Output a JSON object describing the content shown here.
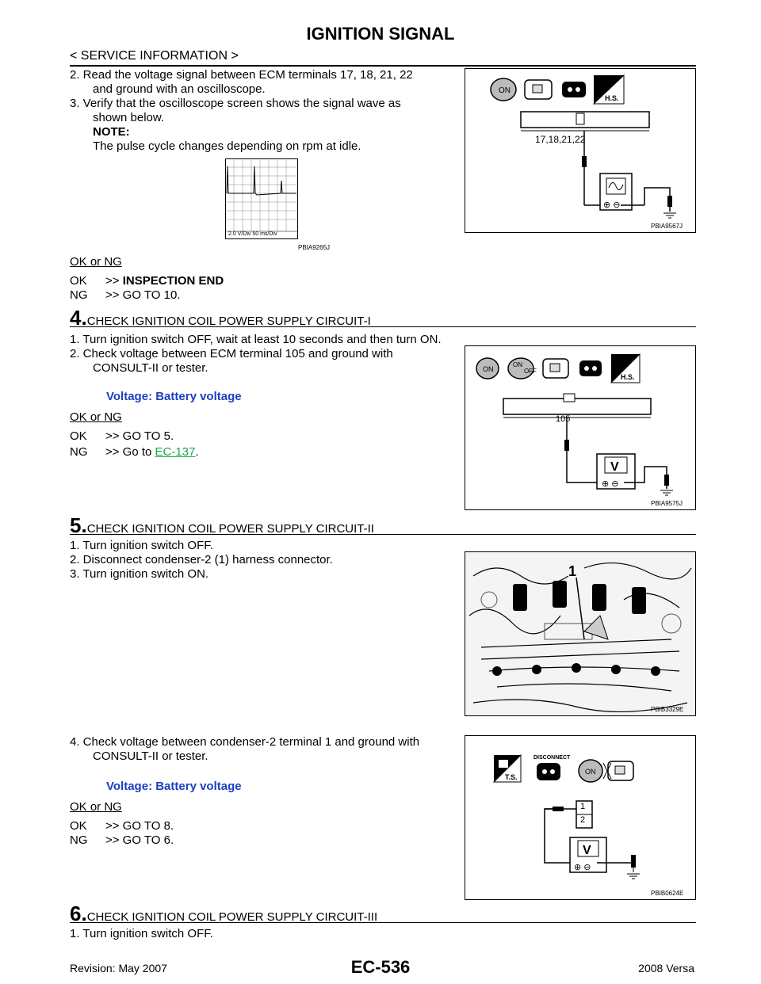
{
  "header": {
    "title": "IGNITION SIGNAL",
    "subtitle": "< SERVICE INFORMATION >"
  },
  "top": {
    "item2a": "2.  Read the voltage signal between ECM terminals 17, 18, 21, 22",
    "item2b": "and ground with an oscilloscope.",
    "item3a": "3.  Verify that the oscilloscope screen shows the signal wave as",
    "item3b": "shown below.",
    "note_label": "NOTE:",
    "note_text": "The pulse cycle changes depending on rpm at idle.",
    "scope_readout": "2.0 V/Div    50 ms/Div",
    "scope_code": "PBIA9265J",
    "fig1_terminals": "17,18,21,22",
    "fig1_code": "PBIA9567J",
    "okng": "OK or NG",
    "ok_label": "OK",
    "ok_action": ">> ",
    "ok_action_bold": "INSPECTION END",
    "ng_label": "NG",
    "ng_action": ">> GO TO 10."
  },
  "step4": {
    "num": "4.",
    "title": "CHECK IGNITION COIL POWER SUPPLY CIRCUIT-I",
    "line1": "1.  Turn ignition switch OFF, wait at least 10 seconds and then turn ON.",
    "line2a": "2.  Check voltage between ECM terminal 105 and ground with",
    "line2b": "CONSULT-II or tester.",
    "spec": "Voltage: Battery voltage",
    "okng": "OK or NG",
    "ok_label": "OK",
    "ok_action": ">> GO TO 5.",
    "ng_label": "NG",
    "ng_action": ">> Go to ",
    "ng_link": "EC-137",
    "ng_tail": ".",
    "fig_terminal": "105",
    "fig_code": "PBIA9575J"
  },
  "step5": {
    "num": "5.",
    "title": "CHECK IGNITION COIL POWER SUPPLY CIRCUIT-II",
    "line1": "1.  Turn ignition switch OFF.",
    "line2": "2.  Disconnect condenser-2 (1) harness connector.",
    "line3": "3.  Turn ignition switch ON.",
    "photo_callout": "1",
    "photo_code": "PBIB3329E",
    "line4a": "4.  Check voltage between condenser-2 terminal 1 and ground with",
    "line4b": "CONSULT-II or tester.",
    "spec": "Voltage: Battery voltage",
    "okng": "OK or NG",
    "ok_label": "OK",
    "ok_action": ">> GO TO 8.",
    "ng_label": "NG",
    "ng_action": ">> GO TO 6.",
    "fig_disconnect": "DISCONNECT",
    "fig_pin1": "1",
    "fig_pin2": "2",
    "fig_code": "PBIB0624E"
  },
  "step6": {
    "num": "6.",
    "title": "CHECK IGNITION COIL POWER SUPPLY CIRCUIT-III",
    "line1": "1.  Turn ignition switch OFF."
  },
  "footer": {
    "revision": "Revision: May 2007",
    "page": "EC-536",
    "model": "2008 Versa"
  },
  "icons": {
    "ignition_on": "ignition-on-icon",
    "connector": "connector-icon",
    "hs": "hs-icon",
    "ts": "ts-icon",
    "voltmeter": "voltmeter-icon",
    "oscilloscope": "oscilloscope-icon",
    "ground": "ground-icon"
  }
}
